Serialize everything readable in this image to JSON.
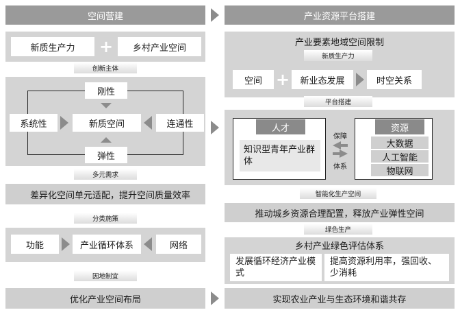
{
  "left": {
    "header": "空间营建",
    "productivity": "新质生产力",
    "rural_space": "乡村产业空间",
    "label_innovation": "创新主体",
    "rigidity": "刚性",
    "systematic": "系统性",
    "new_space": "新质空间",
    "connectivity": "连通性",
    "elasticity": "弹性",
    "label_diverse": "多元需求",
    "bar_diff": "差异化空间单元适配，提升空间质量效率",
    "label_classify": "分类施策",
    "function": "功能",
    "industry_cycle": "产业循环体系",
    "network": "网络",
    "label_local": "因地制宜",
    "bar_optimize": "优化产业空间布局"
  },
  "right": {
    "header": "产业资源平台搭建",
    "limits_title": "产业要素地域空间限制",
    "label_productivity": "新质生产力",
    "space": "空间",
    "new_business": "新业态发展",
    "spacetime": "时空关系",
    "label_platform": "平台搭建",
    "talent": "人才",
    "talent_group": "知识型青年产业群体",
    "guarantee_top": "保障",
    "guarantee_bottom": "体系",
    "resources": "资源",
    "res_items": [
      "大数据",
      "人工智能",
      "物联网"
    ],
    "label_smart": "智能化生产空间",
    "bar_promote": "推动城乡资源合理配置，释放产业弹性空间",
    "label_green": "绿色生产",
    "eval_title": "乡村产业绿色评估体系",
    "circular": "发展循环经济产业模式",
    "improve": "提高资源利用率，强回收、少消耗",
    "bar_harmony": "实现农业产业与生态环境和谐共存"
  }
}
